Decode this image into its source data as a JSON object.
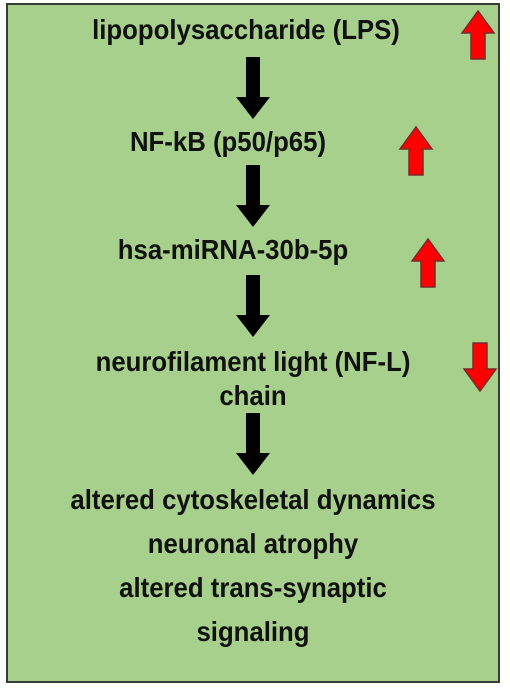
{
  "nodes": [
    {
      "label": "lipopolysaccharide (LPS)",
      "change": "up"
    },
    {
      "label": "NF-kB (p50/p65)",
      "change": "up"
    },
    {
      "label": "hsa-miRNA-30b-5p",
      "change": "up"
    },
    {
      "label_line1": "neurofilament light (NF-L)",
      "label_line2": "chain",
      "change": "down"
    }
  ],
  "outcomes": [
    "altered cytoskeletal dynamics",
    "neuronal atrophy",
    "altered trans-synaptic",
    "signaling"
  ],
  "colors": {
    "background": "#a8d08d",
    "flow_arrow": "#000000",
    "indicator_arrow": "#ff0000"
  },
  "icons": {
    "flow": "down-arrow-icon",
    "increase": "red-up-arrow-icon",
    "decrease": "red-down-arrow-icon"
  }
}
